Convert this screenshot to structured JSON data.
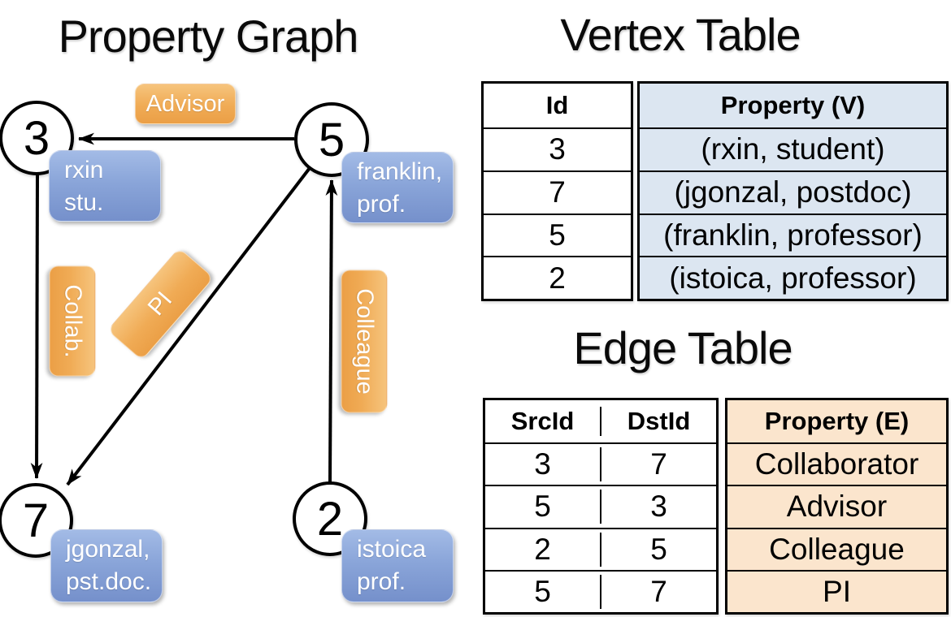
{
  "titles": {
    "graph": "Property Graph",
    "vertex_table": "Vertex Table",
    "edge_table": "Edge Table"
  },
  "graph": {
    "nodes": [
      {
        "id": "3",
        "prop_line1": "rxin",
        "prop_line2": "stu."
      },
      {
        "id": "5",
        "prop_line1": "franklin,",
        "prop_line2": "prof."
      },
      {
        "id": "7",
        "prop_line1": "jgonzal,",
        "prop_line2": "pst.doc."
      },
      {
        "id": "2",
        "prop_line1": "istoica",
        "prop_line2": "prof."
      }
    ],
    "edges": [
      {
        "label": "Advisor",
        "from": "5",
        "to": "3"
      },
      {
        "label": "Collab.",
        "from": "3",
        "to": "7"
      },
      {
        "label": "PI",
        "from": "5",
        "to": "7"
      },
      {
        "label": "Colleague",
        "from": "2",
        "to": "5"
      }
    ]
  },
  "vertex_table": {
    "headers": {
      "id": "Id",
      "property": "Property (V)"
    },
    "rows": [
      {
        "id": "3",
        "property": "(rxin, student)"
      },
      {
        "id": "7",
        "property": "(jgonzal, postdoc)"
      },
      {
        "id": "5",
        "property": "(franklin, professor)"
      },
      {
        "id": "2",
        "property": "(istoica, professor)"
      }
    ]
  },
  "edge_table": {
    "headers": {
      "src": "SrcId",
      "dst": "DstId",
      "property": "Property (E)"
    },
    "rows": [
      {
        "src": "3",
        "dst": "7",
        "property": "Collaborator"
      },
      {
        "src": "5",
        "dst": "3",
        "property": "Advisor"
      },
      {
        "src": "2",
        "dst": "5",
        "property": "Colleague"
      },
      {
        "src": "5",
        "dst": "7",
        "property": "PI"
      }
    ]
  },
  "colors": {
    "edge_label_orange": "#f0ab55",
    "vertex_label_blue": "#8aa5d9",
    "vertex_property_fill": "#dce6f1",
    "edge_property_fill": "#fbe5cd",
    "line_black": "#000000"
  }
}
